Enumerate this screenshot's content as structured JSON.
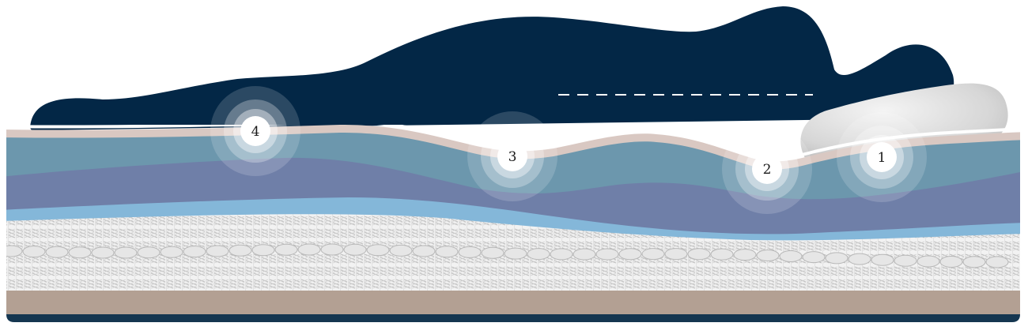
{
  "markers": [
    {
      "label": "1",
      "zone": "head"
    },
    {
      "label": "2",
      "zone": "shoulder"
    },
    {
      "label": "3",
      "zone": "hip"
    },
    {
      "label": "4",
      "zone": "legs"
    }
  ],
  "colors": {
    "body": "#032746",
    "pillow": "#dcdcdc",
    "cover": "#ffffff",
    "top_trim": "#d9c8c2",
    "comfort_foam": "#6c97ad",
    "transition_foam": "#6f7fa8",
    "support_foam": "#84b7d9",
    "coils_bg": "#f1f1f1",
    "base_foam": "#b3a093",
    "bottom_edge": "#153650"
  }
}
